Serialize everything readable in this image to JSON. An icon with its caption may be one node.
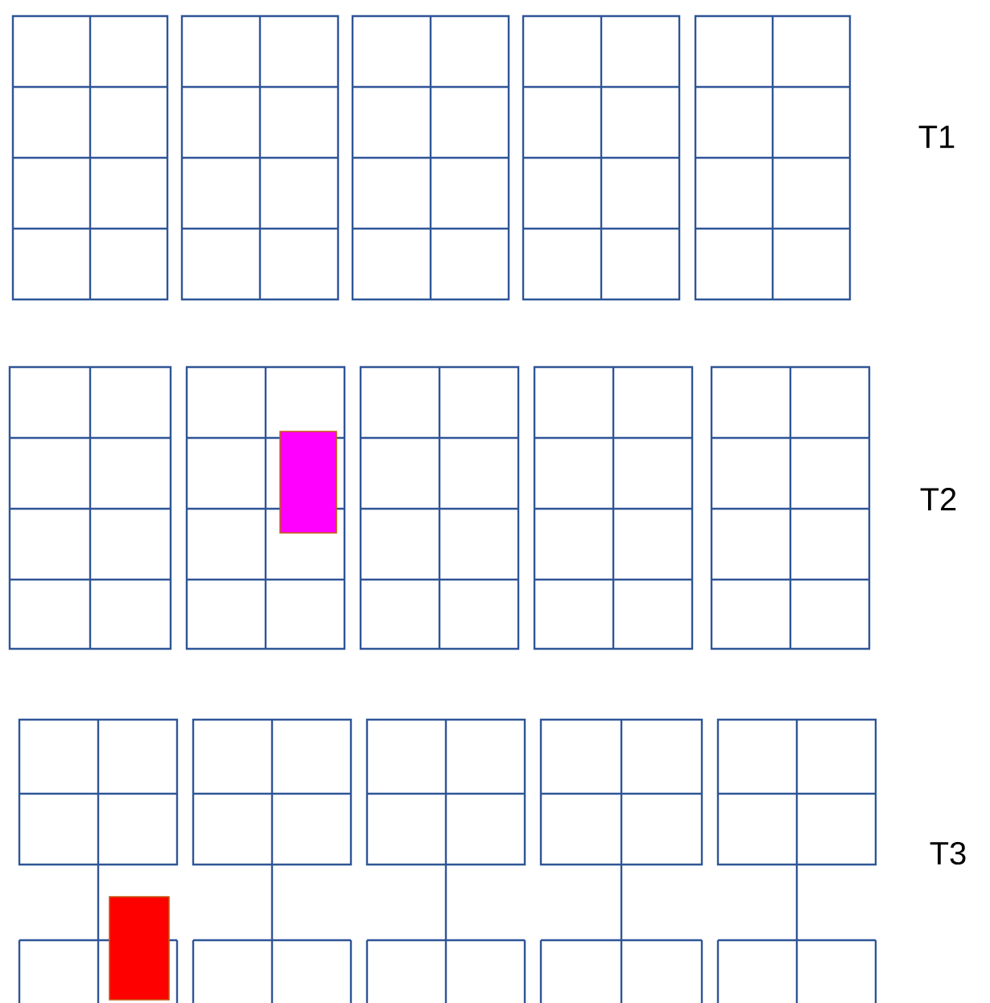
{
  "diagram": {
    "labels": [
      "T1",
      "T2",
      "T3"
    ]
  }
}
